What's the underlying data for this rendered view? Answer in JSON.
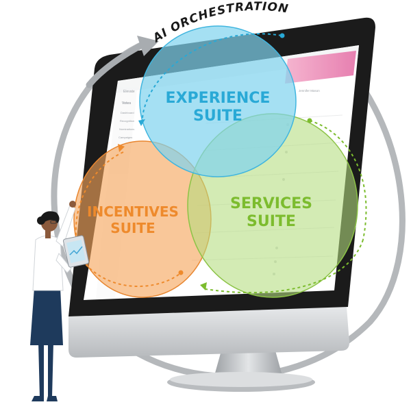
{
  "banner": {
    "title": "AI ORCHESTRATION"
  },
  "suites": [
    {
      "line1": "EXPERIENCE",
      "line2": "SUITE",
      "color": "#29a9d6"
    },
    {
      "line1": "INCENTIVES",
      "line2": "SUITE",
      "color": "#ee8a2c"
    },
    {
      "line1": "SERVICES",
      "line2": "SUITE",
      "color": "#7cbc2e"
    }
  ],
  "monitor_ui": {
    "app_name": "Elevate",
    "section": "Votes",
    "sidebar_items": [
      "Dashboard",
      "Recognition",
      "Nominations",
      "Campaigns"
    ],
    "user_label": "Jennifer Mason"
  },
  "colors": {
    "experience": "#29a9d6",
    "incentives": "#ee8a2c",
    "services": "#7cbc2e",
    "orbit": "#a8acb0",
    "monitor_frame": "#1b1b1b",
    "monitor_silver": "#c9cbcd",
    "person_skirt": "#1e3a5c"
  },
  "icons": [
    "orbit-arrow-icon",
    "tablet-icon"
  ]
}
